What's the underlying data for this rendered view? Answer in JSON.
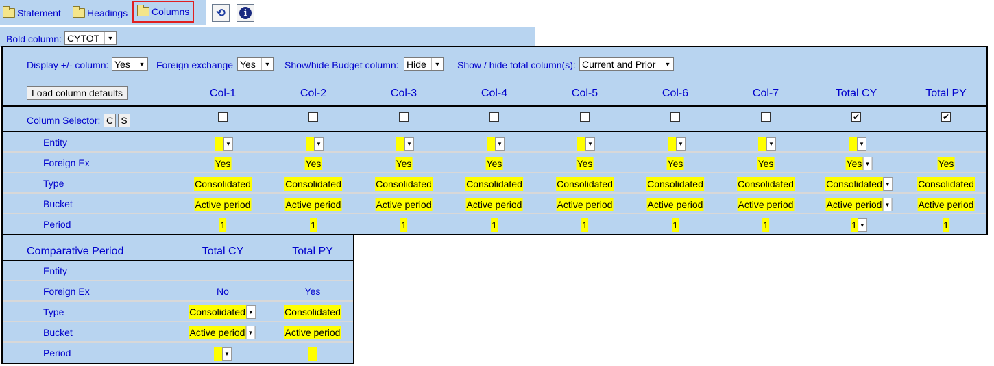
{
  "nav": {
    "tabs": [
      {
        "label": "Statement"
      },
      {
        "label": "Headings"
      },
      {
        "label": "Columns"
      }
    ]
  },
  "bold_column": {
    "label": "Bold column:",
    "value": "CYTOT"
  },
  "options": {
    "display_pm": {
      "label": "Display +/- column:",
      "value": "Yes"
    },
    "fx": {
      "label": "Foreign exchange",
      "value": "Yes"
    },
    "budget": {
      "label": "Show/hide Budget column:",
      "value": "Hide"
    },
    "total": {
      "label": "Show / hide total column(s):",
      "value": "Current and Prior"
    }
  },
  "load_defaults_label": "Load column defaults",
  "columns": [
    "Col-1",
    "Col-2",
    "Col-3",
    "Col-4",
    "Col-5",
    "Col-6",
    "Col-7",
    "Total CY",
    "Total PY"
  ],
  "selector": {
    "label": "Column Selector:",
    "c": "C",
    "s": "S",
    "checked": [
      false,
      false,
      false,
      false,
      false,
      false,
      false,
      true,
      true
    ]
  },
  "row_labels": {
    "entity": "Entity",
    "fx": "Foreign Ex",
    "type": "Type",
    "bucket": "Bucket",
    "period": "Period"
  },
  "values": {
    "fx": "Yes",
    "type": "Consolidated",
    "bucket": "Active period",
    "period": "1"
  },
  "comparative": {
    "title": "Comparative Period",
    "columns": [
      "Total CY",
      "Total PY"
    ],
    "fx": [
      "No",
      "Yes"
    ],
    "type": "Consolidated",
    "bucket": "Active period"
  },
  "colors": {
    "panel": "#b8d4f0",
    "highlight": "#ffff00",
    "text": "#0000cc"
  }
}
